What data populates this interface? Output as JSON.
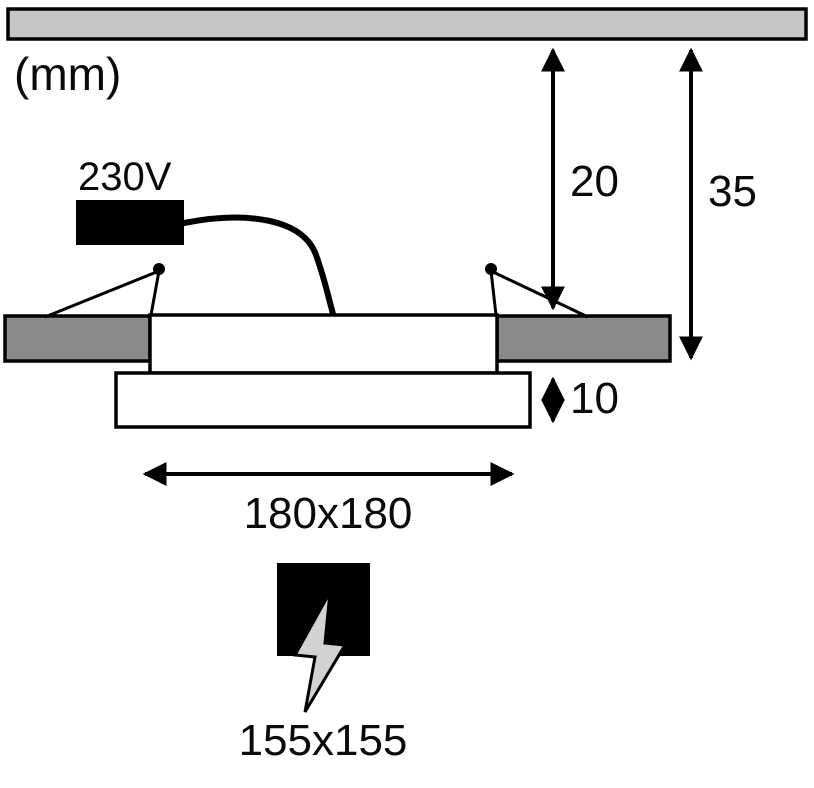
{
  "diagram": {
    "unit_label": "(mm)",
    "voltage_label": "230V",
    "dimensions": {
      "recess_depth": "20",
      "total_depth": "35",
      "panel_thickness": "10",
      "frame_size": "180x180",
      "cutout_size": "155x155"
    }
  },
  "colors": {
    "ceiling_fill": "#c6c6c6",
    "clip_fill": "#8a8a8a",
    "outline": "#000000",
    "bolt_fill": "#d2d2d2",
    "background": "#ffffff"
  }
}
